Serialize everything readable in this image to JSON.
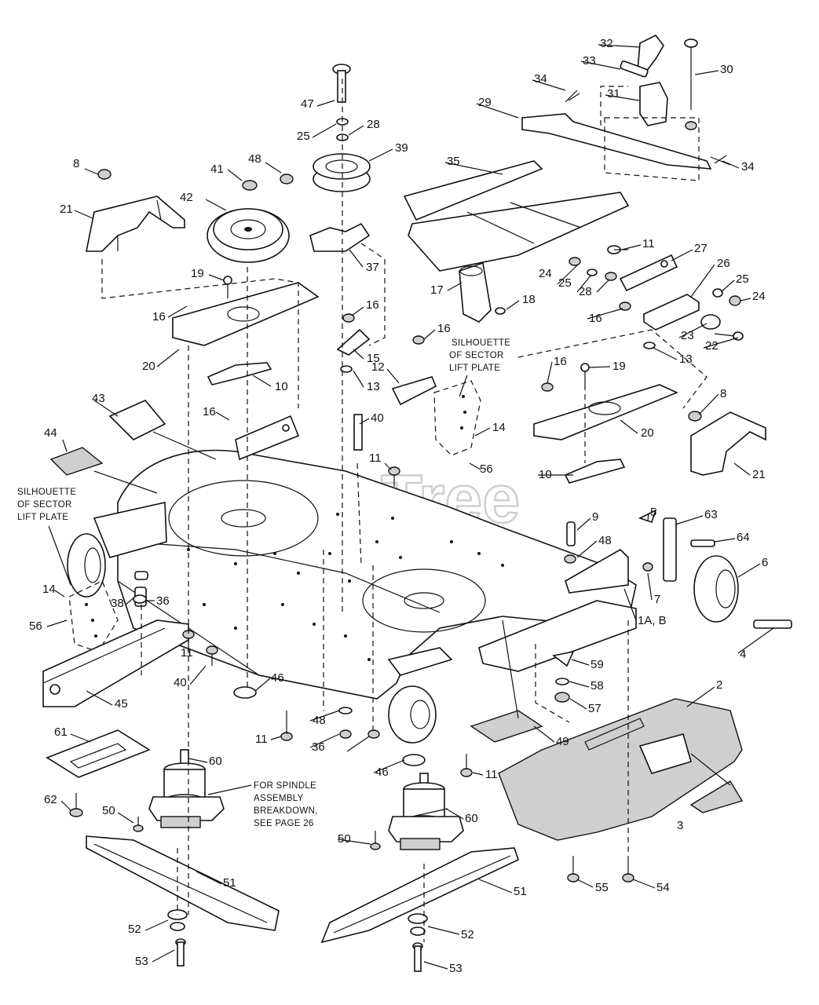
{
  "watermark": "PartsTree",
  "notes": {
    "silhouette_top": [
      "SILHOUETTE",
      "OF SECTOR",
      "LIFT PLATE"
    ],
    "silhouette_left": [
      "SILHOUETTE",
      "OF SECTOR",
      "LIFT PLATE"
    ],
    "spindle": [
      "FOR SPINDLE",
      "ASSEMBLY",
      "BREAKDOWN,",
      "SEE PAGE 26"
    ]
  },
  "callouts": [
    "1A, B",
    "2",
    "3",
    "4",
    "5",
    "6",
    "7",
    "8",
    "8",
    "9",
    "10",
    "10",
    "11",
    "11",
    "11",
    "11",
    "11",
    "12",
    "13",
    "13",
    "14",
    "14",
    "15",
    "16",
    "16",
    "16",
    "16",
    "16",
    "16",
    "17",
    "18",
    "19",
    "19",
    "20",
    "20",
    "21",
    "21",
    "22",
    "23",
    "24",
    "24",
    "25",
    "25",
    "25",
    "26",
    "27",
    "28",
    "28",
    "29",
    "30",
    "31",
    "32",
    "33",
    "34",
    "34",
    "35",
    "36",
    "36",
    "37",
    "38",
    "39",
    "40",
    "40",
    "41",
    "42",
    "43",
    "44",
    "45",
    "46",
    "46",
    "47",
    "48",
    "48",
    "48",
    "49",
    "50",
    "50",
    "51",
    "51",
    "52",
    "52",
    "53",
    "53",
    "54",
    "55",
    "56",
    "56",
    "57",
    "58",
    "59",
    "60",
    "60",
    "61",
    "62",
    "63",
    "64"
  ]
}
